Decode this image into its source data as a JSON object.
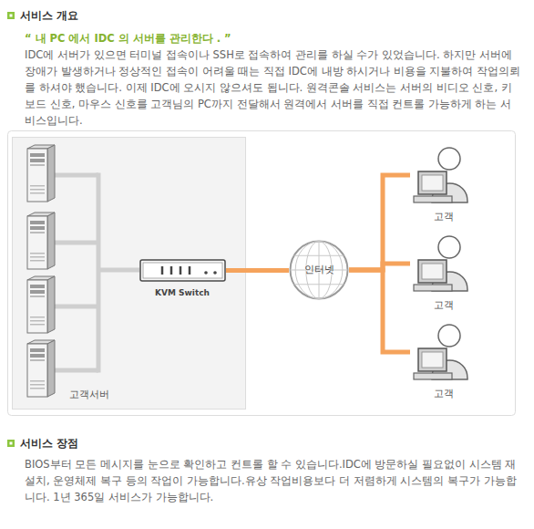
{
  "diagram": {
    "title": "서비스 개요",
    "nodes": [
      {
        "text": [
          "고객서버"
        ]
      },
      {
        "text": [
          "KVM Switch"
        ],
        "in": 0
      },
      {
        "text": [
          "인터넷"
        ]
      },
      {
        "text": [
          "고객"
        ]
      },
      {
        "text": [
          "고객"
        ]
      },
      {
        "text": [
          "고객"
        ]
      }
    ],
    "edges": [
      {
        "from": 1,
        "to": 2,
        "arrow": "none"
      },
      {
        "from": 2,
        "to": 3,
        "arrow": "none"
      },
      {
        "from": 2,
        "to": 4,
        "arrow": "none"
      },
      {
        "from": 2,
        "to": 5,
        "arrow": "none"
      }
    ],
    "labels": [
      "“ 내 PC 에서 IDC 의 서버를 관리한다 . ”",
      "IDC에 서버가 있으면 터미널 접속이나 SSH로 접속하여 관리를 하실 수가 있었습니다. 하지만 서버에 장애가 발생하거나 정상적인 접속이 어려울 때는 직접 IDC에 내방 하시거나 비용을 지불하여 작업의뢰를 하셔야 했습니다. 이제 IDC에 오시지 않으셔도 됩니다. 원격콘솔 서비스는 서버의 비디오 신호, 키보드 신호, 마우스 신호를 고객님의 PC까지 전달해서 원격에서 서버를 직접 컨트롤 가능하게 하는 서비스입니다.",
      "서비스 장점",
      "BIOS부터 모든 메시지를 눈으로 확인하고 컨트롤 할 수 있습니다.IDC에 방문하실 필요없이 시스템 재설치, 운영체제 복구 등의 작업이 가능합니다.유상 작업비용보다 더 저렴하게 시스템의 복구가 가능합니다. 1년 365일 서비스가 가능합니다."
    ]
  }
}
